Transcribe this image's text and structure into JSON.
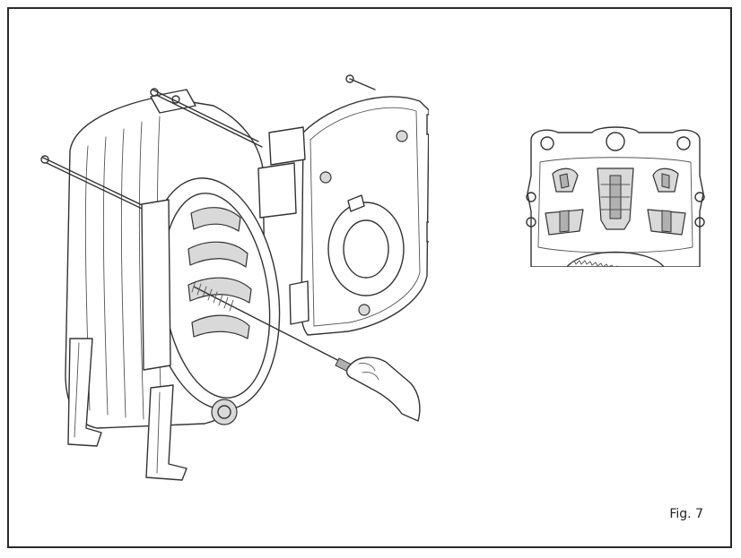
{
  "figure": {
    "label": "Fig. 7",
    "colors": {
      "line": "#333333",
      "shade": "#d9d9d9",
      "frame": "#2a2a2a"
    },
    "icons": [
      "heat-exchanger-drawing",
      "cleaning-brush-icon",
      "hand-icon",
      "burner-cover-drawing",
      "detail-inset-drawing"
    ]
  }
}
